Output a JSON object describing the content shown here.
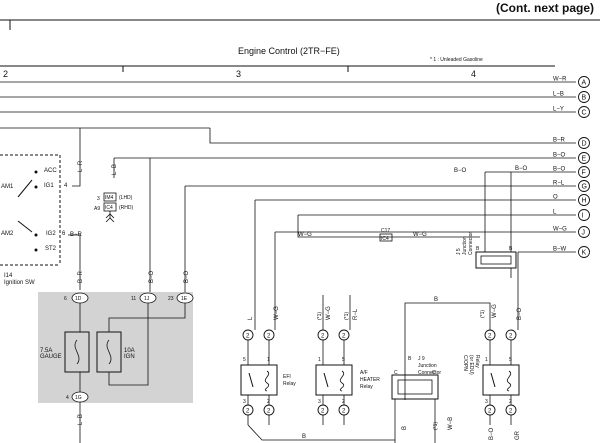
{
  "header": {
    "continuation": "(Cont.  next page)"
  },
  "diagram": {
    "title": "Engine Control (2TR−FE)",
    "footnote": "* 1 : Unleaded Gasoline",
    "columns": [
      "2",
      "3",
      "4"
    ]
  },
  "connectors": [
    {
      "letter": "A",
      "wire": "W−R"
    },
    {
      "letter": "B",
      "wire": "L−B"
    },
    {
      "letter": "C",
      "wire": "L−Y"
    },
    {
      "letter": "D",
      "wire": "B−R"
    },
    {
      "letter": "E",
      "wire": "B−O"
    },
    {
      "letter": "F",
      "wire": "B−O"
    },
    {
      "letter": "G",
      "wire": "R−L"
    },
    {
      "letter": "H",
      "wire": "O"
    },
    {
      "letter": "I",
      "wire": "L"
    },
    {
      "letter": "J",
      "wire": "W−G"
    },
    {
      "letter": "K",
      "wire": "B−W"
    }
  ],
  "ignition": {
    "label1": "I14",
    "label2": "Ignition SW",
    "acc": "ACC",
    "ig1": "IG1",
    "ig1_pin": "4",
    "am1": "AM1",
    "am2": "AM2",
    "ig2": "IG2",
    "ig2_pin": "6",
    "st2": "ST2",
    "ig2_wire": "B−R"
  },
  "ic_connector": {
    "pin3": "3",
    "box1": "IM4",
    "lhd": "(LHD)",
    "pinA9": "A9",
    "box2": "IC4",
    "rhd": "(RHD)"
  },
  "c17": {
    "label": "C17",
    "box": "IC4",
    "wire_left": "W−G",
    "wire_right": "W−G"
  },
  "j5": {
    "line1": "J 5",
    "line2": "Junction",
    "line3": "Connector",
    "pinB1": "B",
    "pinB2": "B"
  },
  "j9": {
    "line1": "J 9",
    "line2": "Junction",
    "line3": "Connector",
    "pinC1": "C",
    "pinC2": "C",
    "pinB": "B"
  },
  "fuse_block": {
    "fuse1_amp": "7.5A",
    "fuse1_name": "GAUGE",
    "fuse2_amp": "10A",
    "fuse2_name": "IGN",
    "c1_pin": "6",
    "c1_label": "1D",
    "c2_pin": "11",
    "c2_label": "1J",
    "c3_pin": "23",
    "c3_label": "1E",
    "c4_pin": "4",
    "c4_label": "1G"
  },
  "relays": {
    "efi": {
      "name1": "EFI",
      "name2": "Relay"
    },
    "afh": {
      "name1": "A/F",
      "name2": "HEATER",
      "name3": "Relay"
    },
    "copn": {
      "name1": "C/OPN",
      "name2": "(or EDU)",
      "name3": "Relay"
    }
  },
  "wires": {
    "lr": "L−R",
    "lb": "L−B",
    "br": "B−R",
    "bo1": "B−O",
    "bo2": "B−O",
    "bo3": "B−O",
    "l": "L",
    "wg1": "W−G",
    "wg2": "W−G",
    "star1a": "(*1)",
    "star1b": "(*1)",
    "star1c": "(*1)",
    "bw": "B−W",
    "lb2": "L−B",
    "b1": "B",
    "b2": "B",
    "b3": "B",
    "wb": "W−B",
    "gr": "GR",
    "bo4": "B−O",
    "bo5": "B−O",
    "rl": "R−L",
    "wg3": "W−G",
    "wg4": "W−G"
  },
  "pins": {
    "efi_top_l": "5",
    "efi_top_r": "1",
    "efi_bot_l": "3",
    "efi_bot_r": "2",
    "afh_top_l": "1",
    "afh_top_r": "5",
    "afh_bot_l": "3",
    "afh_bot_r": "2",
    "cop_top_l": "1",
    "cop_top_r": "5",
    "cop_bot_l": "3",
    "cop_bot_r": "2",
    "c2": "2"
  }
}
